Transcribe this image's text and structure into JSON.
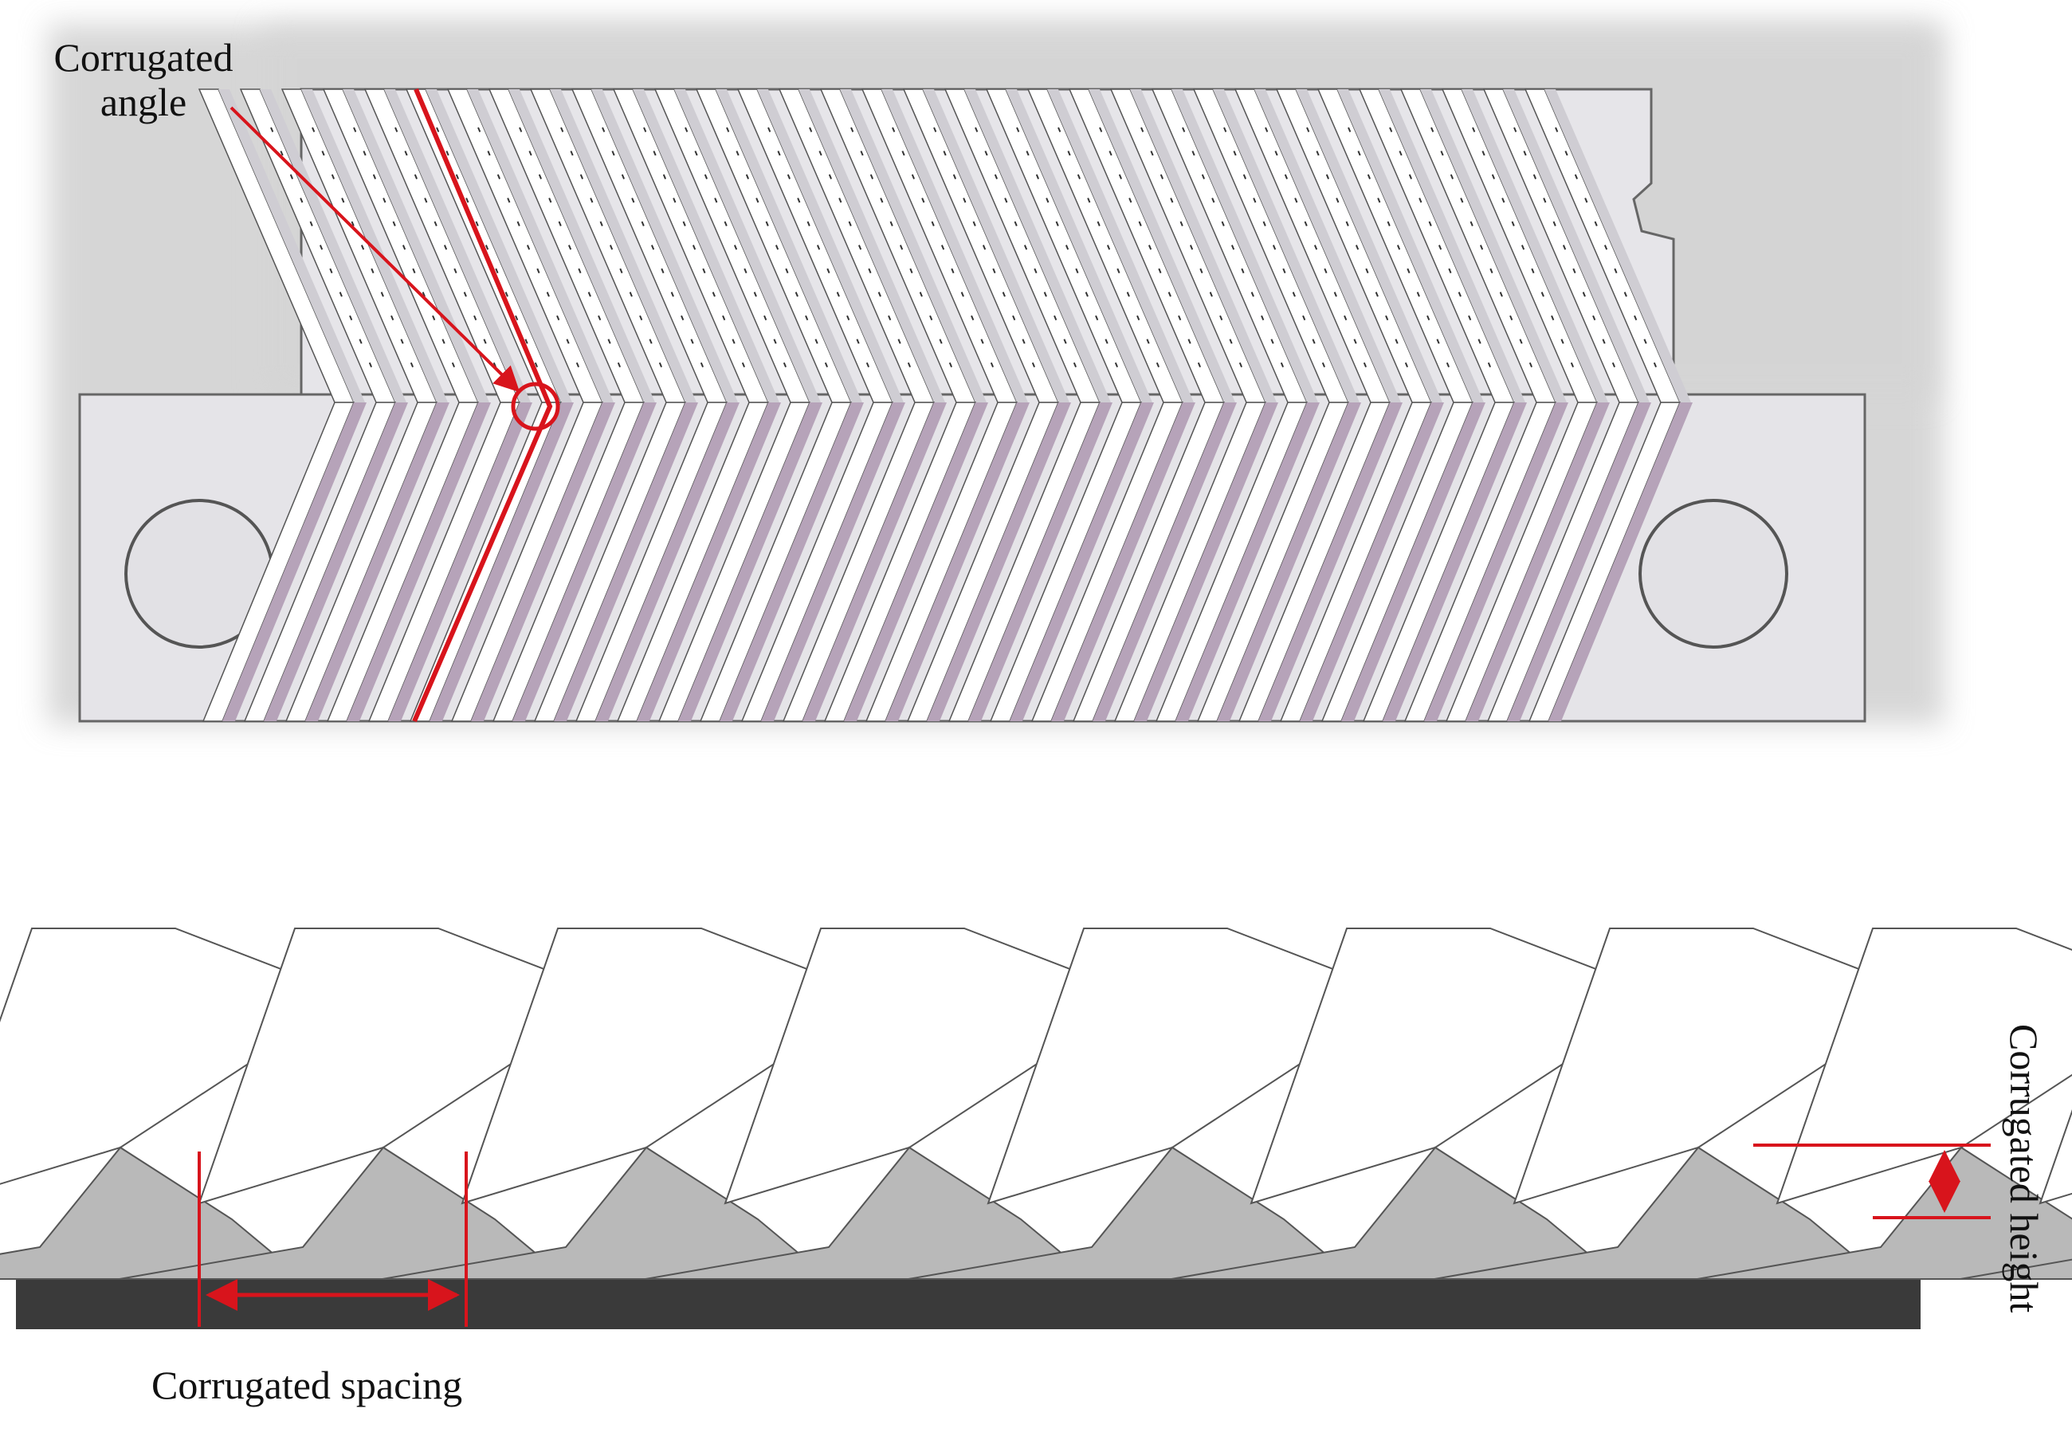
{
  "labels": {
    "angle_line1": "Corrugated",
    "angle_line2": "angle",
    "spacing": "Corrugated spacing",
    "height": "Corrugated height"
  },
  "colors": {
    "annotation": "#d8141c",
    "plate_light": "#e6e4ea",
    "plate_white": "#ffffff",
    "channel_purple": "#b6a3b9",
    "channel_grey": "#cfcdd3",
    "base_dark": "#3a3a3a",
    "profile_grey": "#b9b9b9",
    "outline": "#555555"
  }
}
